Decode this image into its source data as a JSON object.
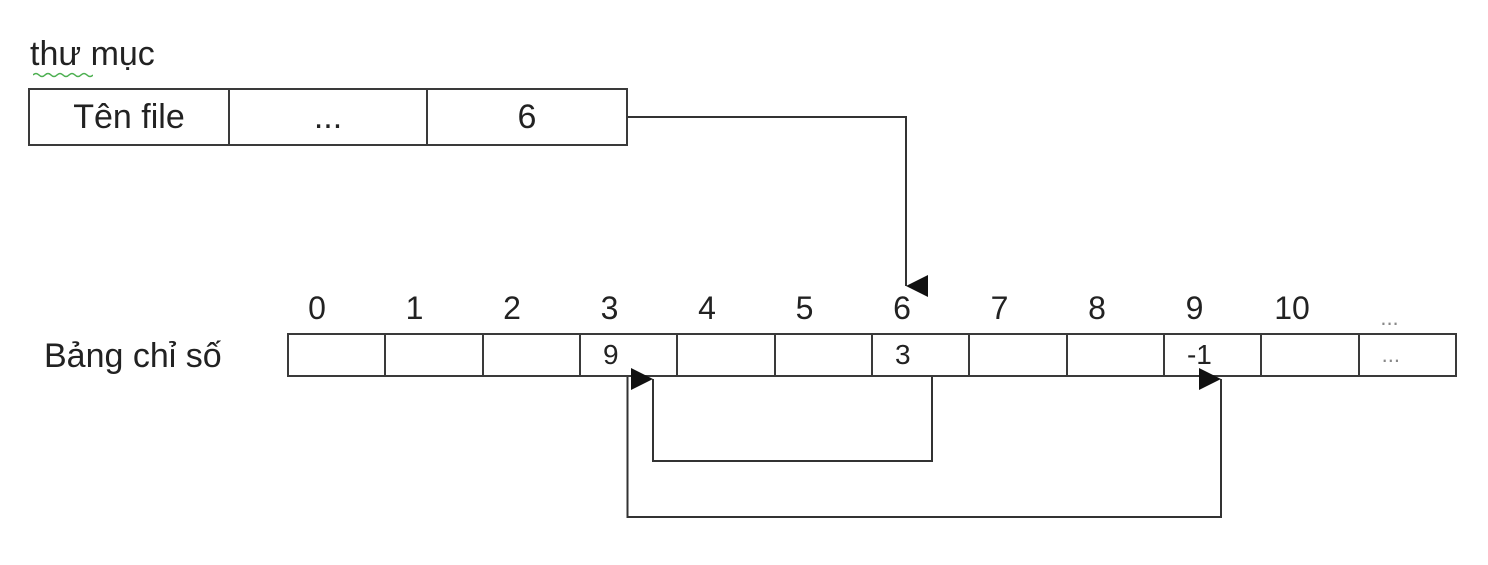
{
  "directory": {
    "label": "thư mục",
    "cells": [
      "Tên file",
      "...",
      "6"
    ]
  },
  "index_table": {
    "label": "Bảng chỉ số",
    "indices": [
      "0",
      "1",
      "2",
      "3",
      "4",
      "5",
      "6",
      "7",
      "8",
      "9",
      "10",
      "..."
    ],
    "values": [
      "",
      "",
      "",
      "9",
      "",
      "",
      "3",
      "",
      "",
      "-1",
      "",
      "..."
    ]
  },
  "links": [
    {
      "from": "directory.start",
      "to": 6
    },
    {
      "from": 6,
      "to": 3
    },
    {
      "from": 3,
      "to": 9
    }
  ]
}
